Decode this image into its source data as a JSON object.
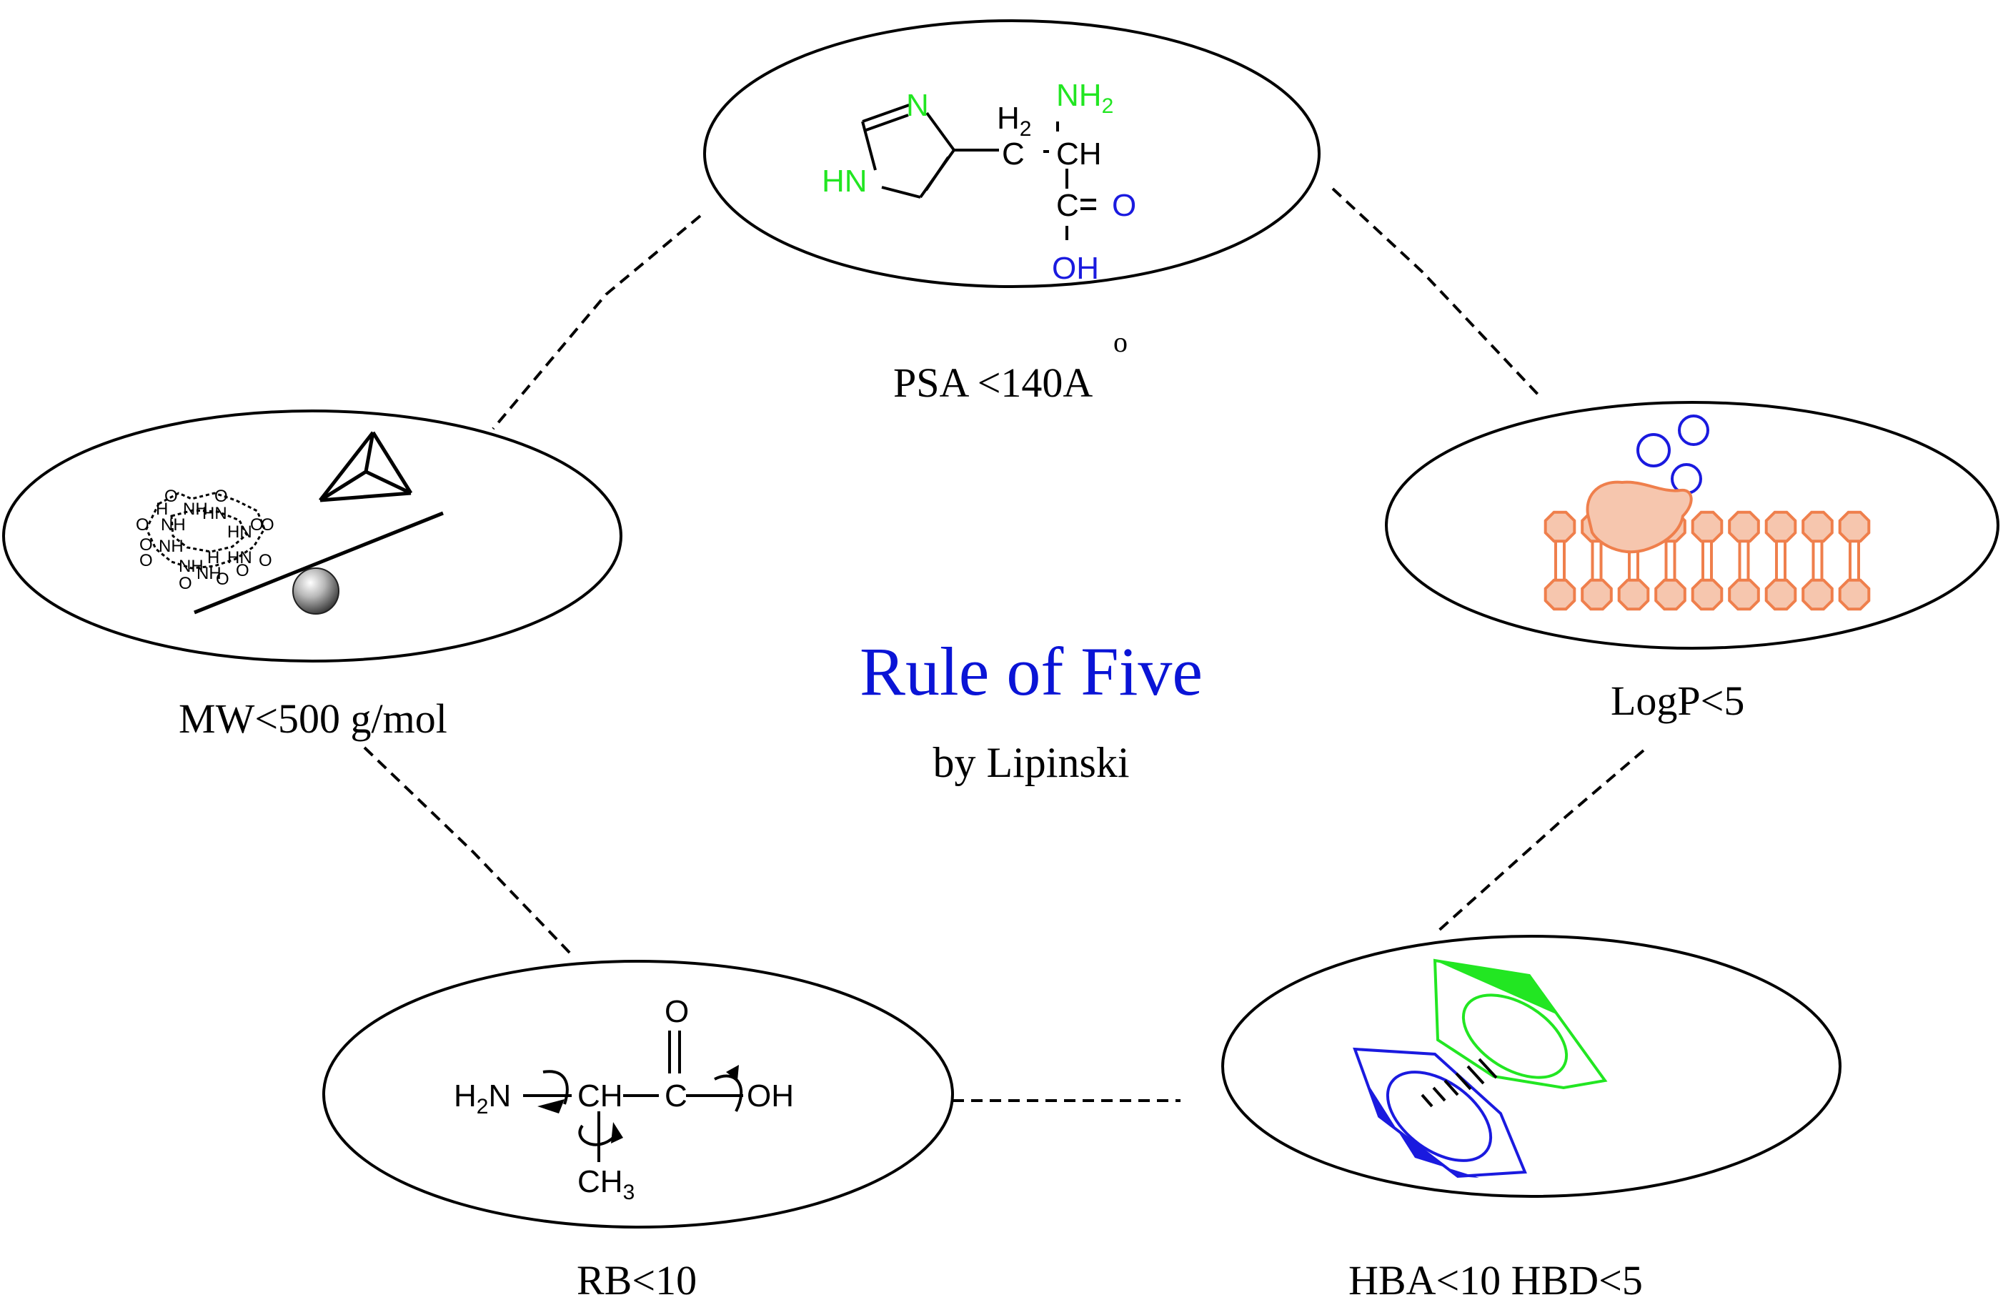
{
  "title": "Rule of Five",
  "subtitle": "by Lipinski",
  "colors": {
    "title": "#0a14d6",
    "ink": "#000000",
    "green": "#22e622",
    "blue": "#1a1adf",
    "membrane_fill": "#f6c6ae",
    "membrane_stroke": "#ef7f4c"
  },
  "nodes": {
    "psa": {
      "label": "PSA <140",
      "unit": "A",
      "unit_mark": "o",
      "icon": "histidine-structure-icon"
    },
    "logp": {
      "label": "LogP<5",
      "icon": "lipid-membrane-icon"
    },
    "mw": {
      "label": "MW<500 g/mol",
      "icon": "molecular-weight-balance-icon"
    },
    "rb": {
      "label": "RB<10",
      "icon": "rotatable-bonds-structure-icon"
    },
    "hb": {
      "label": "HBA<10 HBD<5",
      "icon": "hydrogen-bond-rings-icon"
    }
  },
  "molecules": {
    "histidine": {
      "ring_n": "N",
      "ring_nh": "HN",
      "h2": "H",
      "h2_sub": "2",
      "c1": "C",
      "nh2": "NH",
      "nh2_sub": "2",
      "ch": "CH",
      "c2": "C",
      "o": "O",
      "oh": "OH"
    },
    "valine": {
      "h2n": "H",
      "h2n_sub": "2",
      "h2n_n": "N",
      "ch": "CH",
      "c": "C",
      "o": "O",
      "oh": "OH",
      "ch3": "CH",
      "ch3_sub": "3"
    },
    "macrocycle": {
      "atoms": [
        "O",
        "NH",
        "O",
        "O",
        "NH",
        "HN",
        "O",
        "O",
        "NH",
        "HN",
        "O",
        "O",
        "NH",
        "H",
        "HN",
        "O",
        "O",
        "NH",
        "O",
        "O",
        "H"
      ]
    }
  }
}
